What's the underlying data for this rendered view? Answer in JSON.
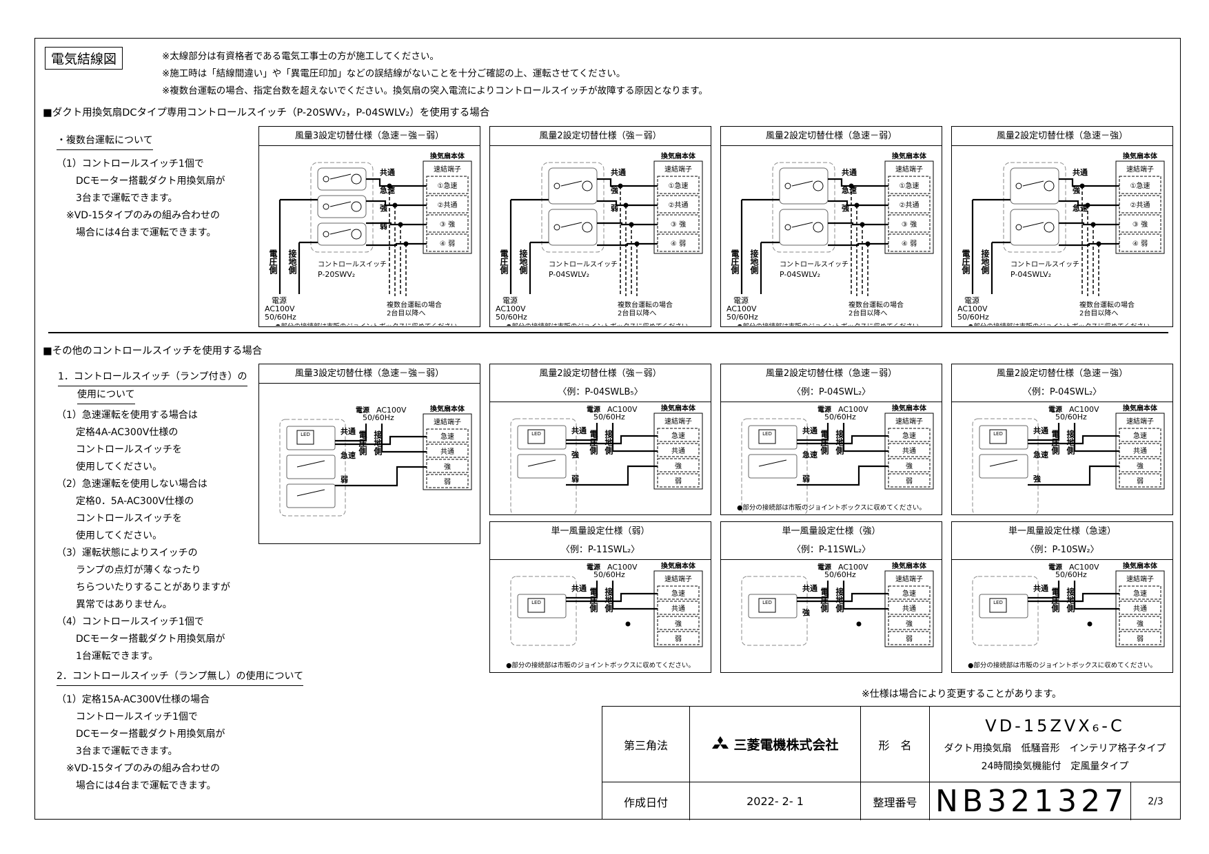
{
  "title": "電気結線図",
  "notes": [
    "※太線部分は有資格者である電気工事士の方が施工してください。",
    "※施工時は「結線間違い」や「異電圧印加」などの誤結線がないことを十分ご確認の上、運転させてください。",
    "※複数台運転の場合、指定台数を超えないでください。換気扇の突入電流によりコントロールスイッチが故障する原因となります。"
  ],
  "section1": {
    "heading": "■ダクト用換気扇DCタイプ専用コントロールスイッチ（P-20SWV₂，P-04SWLV₂）を使用する場合",
    "left_title": "・複数台運転について",
    "left_lines": [
      "（1）コントロールスイッチ1個で",
      "　　DCモーター搭載ダクト用換気扇が",
      "　　3台まで運転できます。",
      "　※VD-15タイプのみの組み合わせの",
      "　　場合には4台まで運転できます。"
    ],
    "panels": [
      {
        "title": "風量3設定切替仕様（急速－強－弱）",
        "switch": "P-20SWV₂",
        "terminals": [
          "①急速",
          "②共通",
          "③ 強",
          "④ 弱"
        ],
        "wires": [
          "共通",
          "急速",
          "強",
          "弱"
        ]
      },
      {
        "title": "風量2設定切替仕様（強－弱）",
        "switch": "P-04SWLV₂",
        "terminals": [
          "①急速",
          "②共通",
          "③ 強",
          "④ 弱"
        ],
        "wires": [
          "共通",
          "強",
          "弱"
        ]
      },
      {
        "title": "風量2設定切替仕様（急速－弱）",
        "switch": "P-04SWLV₂",
        "terminals": [
          "①急速",
          "②共通",
          "③ 強",
          "④ 弱"
        ],
        "wires": [
          "共通",
          "急速",
          "強"
        ]
      },
      {
        "title": "風量2設定切替仕様（急速－強）",
        "switch": "P-04SWLV₂",
        "terminals": [
          "①急速",
          "②共通",
          "③ 強",
          "④ 弱"
        ],
        "wires": [
          "共通",
          "強",
          "急速"
        ]
      }
    ],
    "common": {
      "body": "換気扇本体",
      "block": "速結端子",
      "switch_label": "コントロールスイッチ",
      "volt": "電圧側",
      "ground": "接地側",
      "power": "電源",
      "ac": "AC100V",
      "hz": "50/60Hz",
      "multi1": "複数台運転の場合",
      "multi2": "2台目以降へ",
      "footer": "●部分の接続部は市販のジョイントボックスに収めてください。"
    }
  },
  "section2": {
    "heading": "■その他のコントロールスイッチを使用する場合",
    "left1_title": [
      "1．コントロールスイッチ（ランプ付き）の",
      "使用について"
    ],
    "left1_lines": [
      "（1）急速運転を使用する場合は",
      "　　定格4A-AC300V仕様の",
      "　　コントロールスイッチを",
      "　　使用してください。",
      "（2）急速運転を使用しない場合は",
      "　　定格0．5A-AC300V仕様の",
      "　　コントロールスイッチを",
      "　　使用してください。",
      "（3）運転状態によりスイッチの",
      "　　ランプの点灯が薄くなったり",
      "　　ちらついたりすることがありますが",
      "　　異常ではありません。",
      "（4）コントロールスイッチ1個で",
      "　　DCモーター搭載ダクト用換気扇が",
      "　　1台運転できます。"
    ],
    "left2_title": "2．コントロールスイッチ（ランプ無し）の使用について",
    "left2_lines": [
      "（1）定格15A-AC300V仕様の場合",
      "　　コントロールスイッチ1個で",
      "　　DCモーター搭載ダクト用換気扇が",
      "　　3台まで運転できます。",
      "　※VD-15タイプのみの組み合わせの",
      "　　場合には4台まで運転できます。"
    ],
    "panels": [
      {
        "title": "風量3設定切替仕様（急速－強－弱）",
        "example": "",
        "terminals": [
          "急速",
          "共通",
          "強",
          "弱"
        ],
        "wires": [
          "共通",
          "急速",
          "弱"
        ],
        "footer": ""
      },
      {
        "title": "風量2設定切替仕様（強－弱）",
        "example": "〈例：P-04SWLB₅〉",
        "terminals": [
          "急速",
          "共通",
          "強",
          "弱"
        ],
        "wires": [
          "共通",
          "強",
          "弱"
        ],
        "footer": ""
      },
      {
        "title": "風量2設定切替仕様（急速－弱）",
        "example": "〈例：P-04SWL₂〉",
        "terminals": [
          "急速",
          "共通",
          "強",
          "弱"
        ],
        "wires": [
          "共通",
          "急速",
          "弱"
        ],
        "footer": "●部分の接続部は市販のジョイントボックスに収めてください。"
      },
      {
        "title": "風量2設定切替仕様（急速－強）",
        "example": "〈例：P-04SWL₂〉",
        "terminals": [
          "急速",
          "共通",
          "強",
          "弱"
        ],
        "wires": [
          "共通",
          "急速",
          "強"
        ],
        "footer": ""
      },
      {
        "title": "単一風量設定仕様（弱）",
        "example": "〈例：P-11SWL₂〉",
        "terminals": [
          "急速",
          "共通",
          "強",
          "弱"
        ],
        "wires": [
          "共通"
        ],
        "footer": "●部分の接続部は市販のジョイントボックスに収めてください。"
      },
      {
        "title": "単一風量設定仕様（強）",
        "example": "〈例：P-11SWL₂〉",
        "terminals": [
          "急速",
          "共通",
          "強",
          "弱"
        ],
        "wires": [
          "共通",
          "強"
        ],
        "footer": ""
      },
      {
        "title": "単一風量設定仕様（急速）",
        "example": "〈例：P-10SW₂〉",
        "terminals": [
          "急速",
          "共通",
          "強",
          "弱"
        ],
        "wires": [
          "共通"
        ],
        "footer": "●部分の接続部は市販のジョイントボックスに収めてください。"
      }
    ],
    "led": "LED"
  },
  "spec_note": "※仕様は場合により変更することがあります。",
  "title_block": {
    "projection": "第三角法",
    "company": "三菱電機株式会社",
    "model_label": "形　名",
    "model": "VD-15ZVX₆-C",
    "desc1": "ダクト用換気扇　低騒音形　インテリア格子タイプ",
    "desc2": "24時間換気機能付　定風量タイプ",
    "date_label": "作成日付",
    "date": "2022- 2- 1",
    "number_label": "整理番号",
    "number": "NB321327",
    "page": "2/3"
  }
}
